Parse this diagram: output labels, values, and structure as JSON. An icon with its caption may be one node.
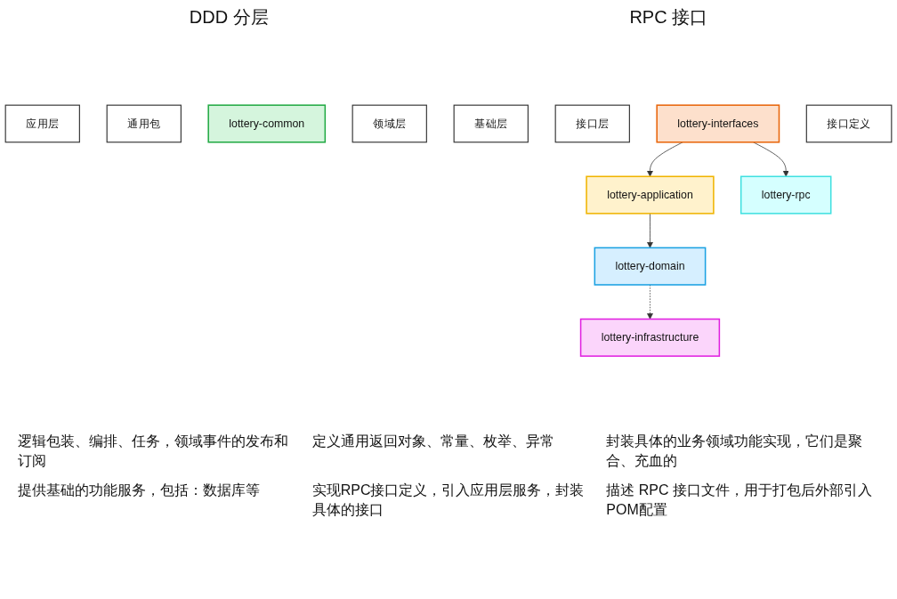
{
  "diagram": {
    "nodes": [
      {
        "text": [
          "应用层"
        ]
      },
      {
        "text": [
          "lottery-application"
        ]
      },
      {
        "text": [
          "通用包"
        ]
      },
      {
        "text": [
          "lottery-common"
        ]
      },
      {
        "text": [
          "领域层"
        ]
      },
      {
        "text": [
          "lottery-domain"
        ]
      },
      {
        "text": [
          "基础层"
        ]
      },
      {
        "text": [
          "lottery-infrastructure"
        ]
      },
      {
        "text": [
          "接口层"
        ]
      },
      {
        "text": [
          "lottery-interfaces"
        ]
      },
      {
        "text": [
          "接口定义"
        ]
      },
      {
        "text": [
          "lottery-rpc"
        ]
      }
    ],
    "edges": [
      {
        "from": 1,
        "to": 5,
        "arrow": "to"
      },
      {
        "from": 5,
        "to": 7,
        "arrow": "to",
        "style": "dashed"
      },
      {
        "from": 9,
        "to": 1,
        "arrow": "to"
      },
      {
        "from": 9,
        "to": 11,
        "arrow": "to"
      }
    ],
    "labels": [
      "DDD 分层",
      "RPC 接口",
      "逻辑包装、编排、任务，领域事件的发布和订阅",
      "定义通用返回对象、常量、枚举、异常",
      "封装具体的业务领域功能实现，它们是聚合、充血的",
      "提供基础的功能服务，包括：数据库等",
      "实现RPC接口定义，引入应用层服务，封装具体的接口",
      "描述 RPC 接口文件，用于打包后外部引入POM配置"
    ]
  }
}
